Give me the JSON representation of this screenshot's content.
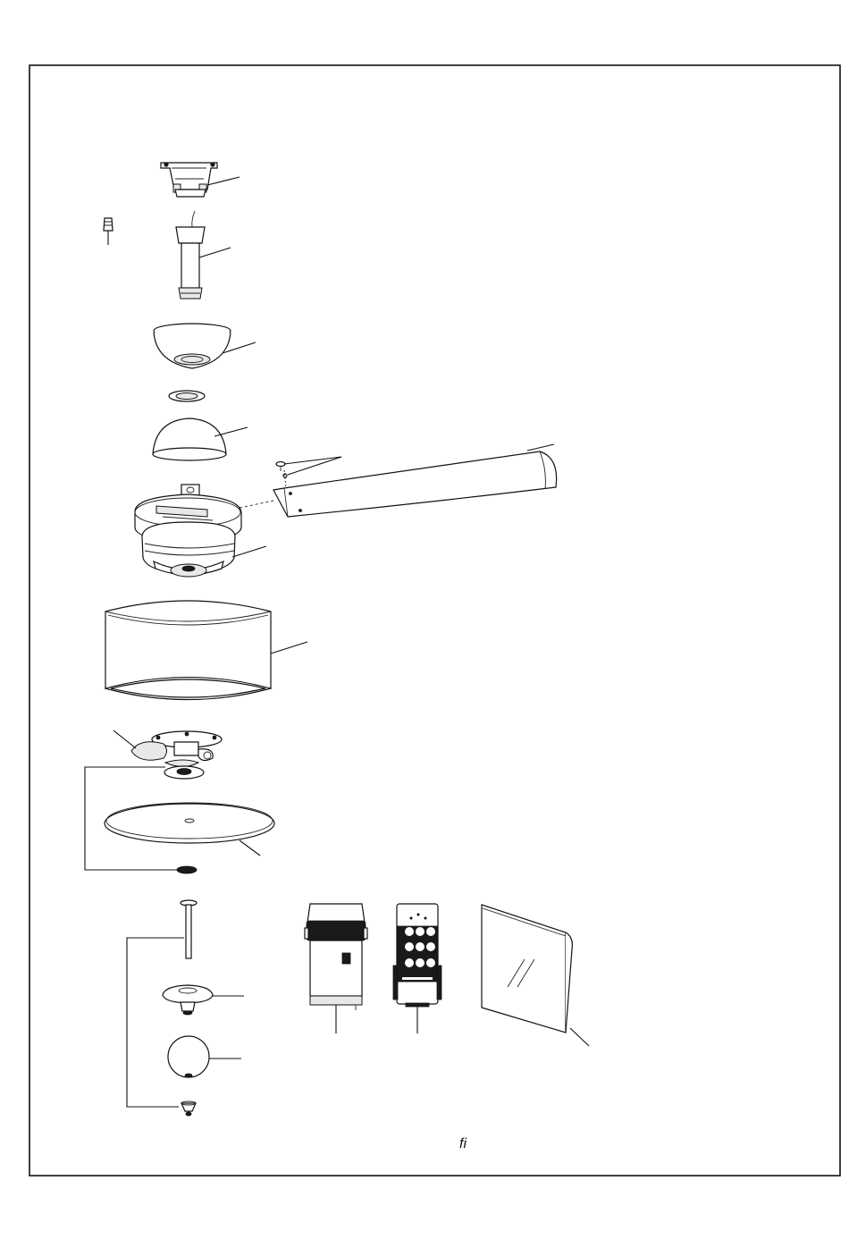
{
  "caption": "fi",
  "parts": [
    {
      "id": "mounting-bracket",
      "icon": "mounting-bracket-icon"
    },
    {
      "id": "wire-connector",
      "icon": "wire-connector-icon"
    },
    {
      "id": "downrod",
      "icon": "downrod-icon"
    },
    {
      "id": "canopy",
      "icon": "canopy-icon"
    },
    {
      "id": "canopy-ring",
      "icon": "canopy-ring-icon"
    },
    {
      "id": "coupling-cover",
      "icon": "coupling-cover-icon"
    },
    {
      "id": "blade",
      "icon": "blade-icon"
    },
    {
      "id": "blade-screws",
      "icon": "screw-icon"
    },
    {
      "id": "motor-housing",
      "icon": "motor-housing-icon"
    },
    {
      "id": "drum-shade",
      "icon": "drum-shade-icon"
    },
    {
      "id": "light-kit-plate",
      "icon": "light-kit-icon"
    },
    {
      "id": "bulb",
      "icon": "bulb-icon"
    },
    {
      "id": "diffuser-plate",
      "icon": "diffuser-icon"
    },
    {
      "id": "finial-nut",
      "icon": "nut-icon"
    },
    {
      "id": "rod",
      "icon": "rod-icon"
    },
    {
      "id": "switch-cup",
      "icon": "switch-cup-icon"
    },
    {
      "id": "glass-globe",
      "icon": "globe-icon"
    },
    {
      "id": "finial",
      "icon": "finial-icon"
    },
    {
      "id": "receiver",
      "icon": "receiver-icon"
    },
    {
      "id": "remote-control",
      "icon": "remote-control-icon"
    },
    {
      "id": "hardware-bag",
      "icon": "hardware-bag-icon"
    }
  ]
}
